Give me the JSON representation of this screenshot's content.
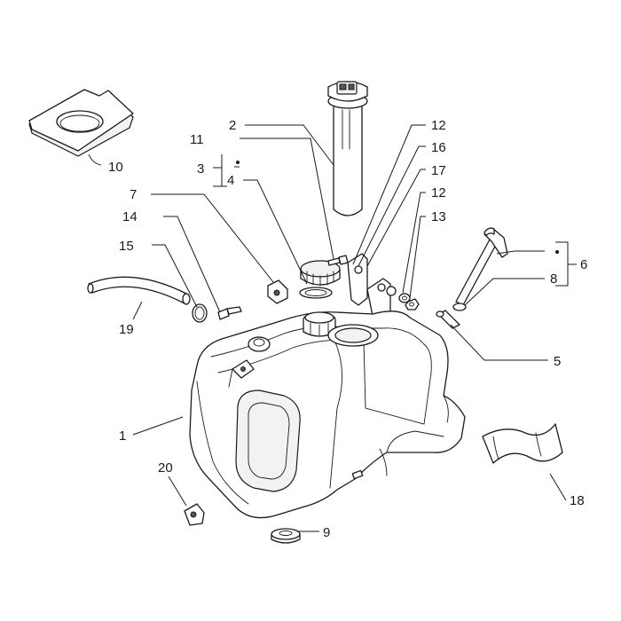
{
  "diagram": {
    "callouts": {
      "c1": "1",
      "c2": "2",
      "c3": "3",
      "c4": "4",
      "c5": "5",
      "c6": "6",
      "c7": "7",
      "c8": "8",
      "c9": "9",
      "c10": "10",
      "c11": "11",
      "c12a": "12",
      "c12b": "12",
      "c13": "13",
      "c14": "14",
      "c15": "15",
      "c16": "16",
      "c17": "17",
      "c18": "18",
      "c19": "19",
      "c20": "20"
    }
  }
}
